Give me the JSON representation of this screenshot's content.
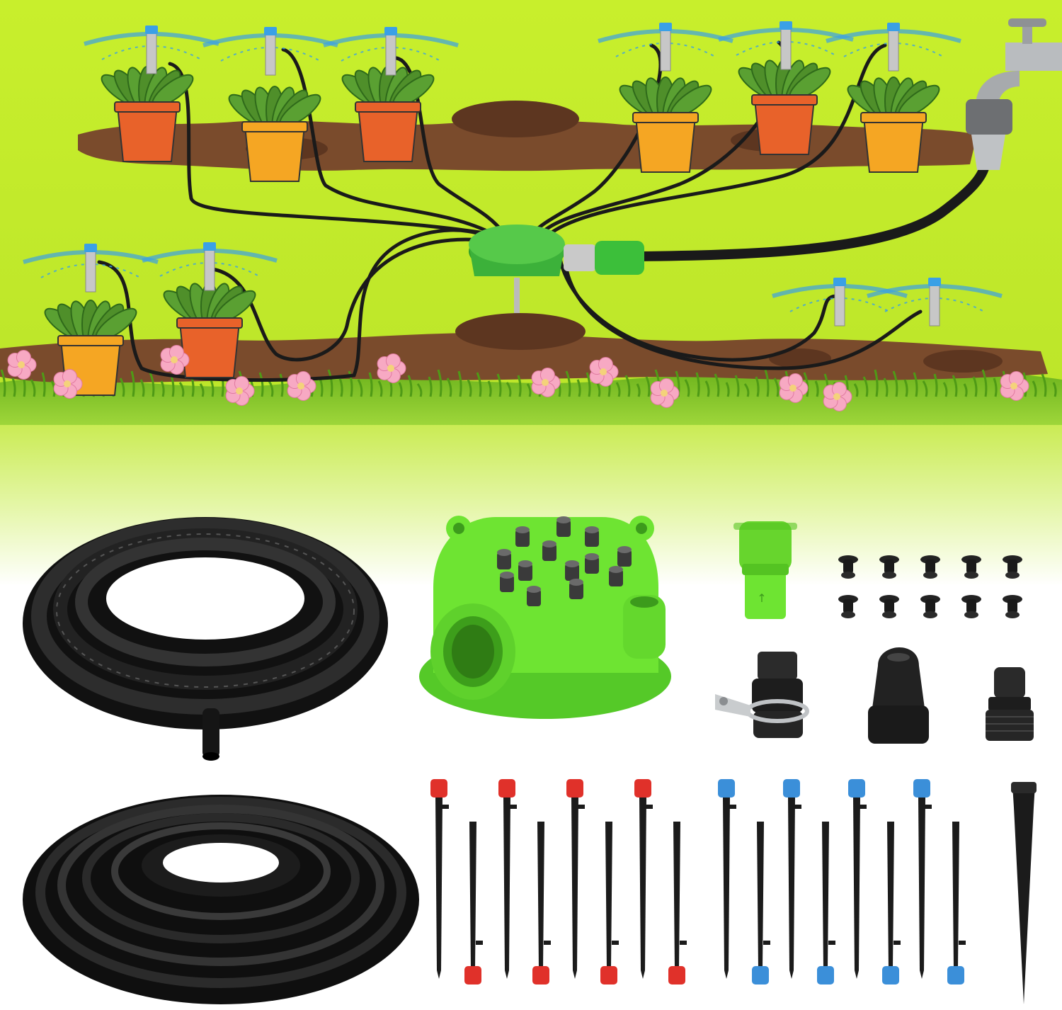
{
  "scene": {
    "colors": {
      "sky_top": "#c6ee2a",
      "sky_bottom": "#ffffff",
      "soil": "#7a4b2c",
      "soil_dark": "#5d3620",
      "grass": "#6fb51e",
      "pot": "#e8622a",
      "pot_yellow": "#f5a623",
      "leaf": "#4f8f2a",
      "tube": "#1a1a1a",
      "manifold_green": "#6ee432",
      "flower": "#f7a9c3",
      "spray_blue": "#3aa0e6",
      "cap_red": "#e0312a",
      "cap_blue": "#3b8fd9",
      "faucet": "#b9bcbf"
    },
    "stakes": {
      "red_count": 8,
      "blue_count": 8
    },
    "plugs_count": 10,
    "manifold_ports": 13
  }
}
